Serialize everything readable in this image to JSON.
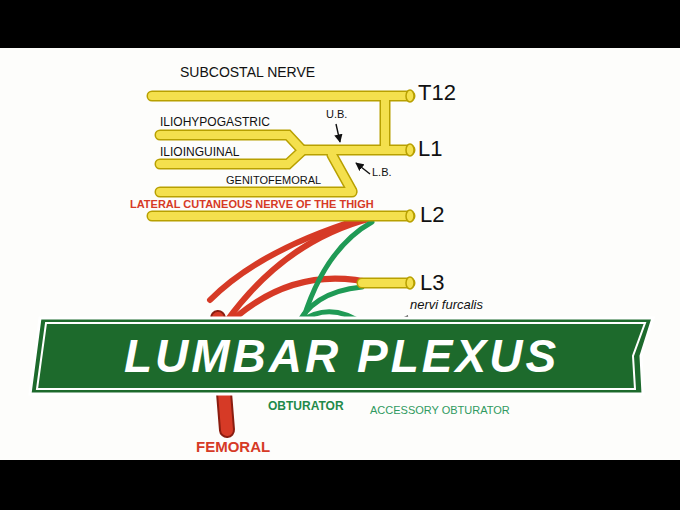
{
  "diagram": {
    "nodes": [
      {
        "text": [
          "LUMBAR PLEXUS"
        ]
      }
    ],
    "labels": [
      "SUBCOSTAL NERVE",
      "T12",
      "ILIOHYPOGASTRIC",
      "U.B.",
      "L1",
      "ILIOINGUINAL",
      "L.B.",
      "GENITOFEMORAL",
      "LATERAL CUTANEOUS NERVE OF THE THIGH",
      "L2",
      "L3",
      "nervi furcalis",
      "OBTURATOR",
      "ACCESSORY OBTURATOR",
      "FEMORAL"
    ]
  }
}
